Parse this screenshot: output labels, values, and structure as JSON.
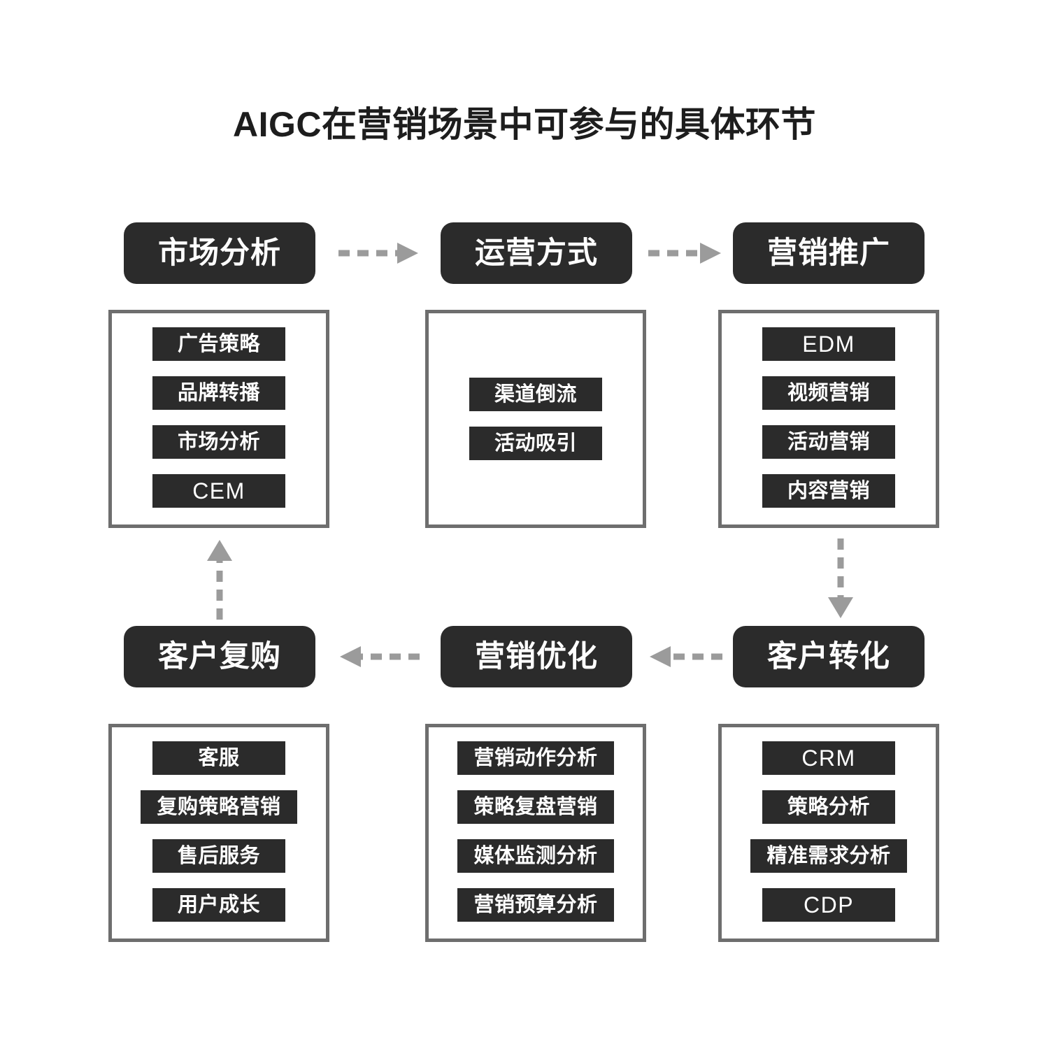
{
  "title": "AIGC在营销场景中可参与的具体环节",
  "colors": {
    "dark": "#2b2b2b",
    "border_gray": "#6e6e6e",
    "arrow_gray": "#9b9b9b",
    "background": "#ffffff",
    "title_text": "#1d1d1d",
    "chip_text": "#ffffff"
  },
  "stages": [
    {
      "id": "market-analysis",
      "header": "市场分析",
      "align": "top",
      "items": [
        "广告策略",
        "品牌转播",
        "市场分析",
        "CEM"
      ]
    },
    {
      "id": "operation-mode",
      "header": "运营方式",
      "align": "center",
      "items": [
        "渠道倒流",
        "活动吸引"
      ]
    },
    {
      "id": "marketing-promotion",
      "header": "营销推广",
      "align": "top",
      "items": [
        "EDM",
        "视频营销",
        "活动营销",
        "内容营销"
      ]
    },
    {
      "id": "customer-repurchase",
      "header": "客户复购",
      "align": "top",
      "items": [
        "客服",
        "复购策略营销",
        "售后服务",
        "用户成长"
      ]
    },
    {
      "id": "marketing-optimization",
      "header": "营销优化",
      "align": "top",
      "items": [
        "营销动作分析",
        "策略复盘营销",
        "媒体监测分析",
        "营销预算分析"
      ]
    },
    {
      "id": "customer-conversion",
      "header": "客户转化",
      "align": "top",
      "items": [
        "CRM",
        "策略分析",
        "精准需求分析",
        "CDP"
      ]
    }
  ],
  "connectors": [
    {
      "id": "arrow-market-to-operation",
      "direction": "right",
      "from": "市场分析",
      "to": "运营方式"
    },
    {
      "id": "arrow-operation-to-promotion",
      "direction": "right",
      "from": "运营方式",
      "to": "营销推广"
    },
    {
      "id": "arrow-promotion-to-conversion",
      "direction": "down",
      "from": "营销推广",
      "to": "客户转化"
    },
    {
      "id": "arrow-conversion-to-optimization",
      "direction": "left",
      "from": "客户转化",
      "to": "营销优化"
    },
    {
      "id": "arrow-optimization-to-repurchase",
      "direction": "left",
      "from": "营销优化",
      "to": "客户复购"
    },
    {
      "id": "arrow-repurchase-to-market",
      "direction": "up",
      "from": "客户复购",
      "to": "市场分析"
    }
  ]
}
